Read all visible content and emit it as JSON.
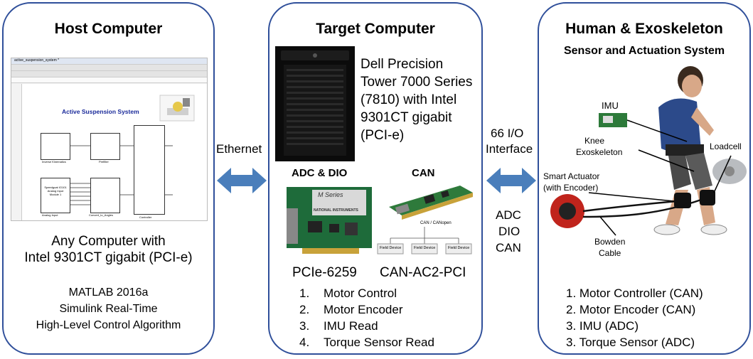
{
  "host": {
    "title": "Host Computer",
    "screenshot": {
      "window_title": "active_suspension_system *",
      "diagram_title": "Active Suspension System",
      "blocks": [
        "Inverse Kinematics",
        "Prefilter",
        "Controller",
        "Analog Input",
        "Convert_to_Angles"
      ],
      "analog_block_text": "Speedgoat IO101 Analog Input Module 1"
    },
    "caption_line1": "Any Computer with",
    "caption_line2": "Intel 9301CT gigabit (PCI-e)",
    "software": [
      "MATLAB 2016a",
      "Simulink Real-Time",
      "High-Level Control Algorithm"
    ]
  },
  "link_left": {
    "label": "Ethernet"
  },
  "target": {
    "title": "Target Computer",
    "pc_description": [
      "Dell Precision",
      "Tower 7000 Series",
      "(7810) with Intel",
      "9301CT gigabit",
      "(PCI-e)"
    ],
    "card1": {
      "heading": "ADC & DIO",
      "name": "PCIe-6259",
      "brand": "M Series",
      "maker": "NATIONAL INSTRUMENTS"
    },
    "card2": {
      "heading": "CAN",
      "name": "CAN-AC2-PCI",
      "bus_label": "CAN / CANopen",
      "devices": [
        "Field Device",
        "Field Device",
        "Field Device"
      ]
    },
    "tasks": [
      {
        "num": "1.",
        "text": "Motor Control"
      },
      {
        "num": "2.",
        "text": "Motor Encoder"
      },
      {
        "num": "3.",
        "text": "IMU Read"
      },
      {
        "num": "4.",
        "text": "Torque Sensor Read"
      }
    ]
  },
  "link_right": {
    "label_line1": "66 I/O",
    "label_line2": "Interface",
    "signals": [
      "ADC",
      "DIO",
      "CAN"
    ]
  },
  "human": {
    "title": "Human & Exoskeleton",
    "subtitle": "Sensor and Actuation System",
    "labels": {
      "imu": "IMU",
      "knee1": "Knee",
      "knee2": "Exoskeleton",
      "loadcell": "Loadcell",
      "actuator1": "Smart Actuator",
      "actuator2": "(with Encoder)",
      "bowden1": "Bowden",
      "bowden2": "Cable"
    },
    "components": [
      "1. Motor Controller (CAN)",
      "2. Motor Encoder (CAN)",
      "3. IMU (ADC)",
      "3. Torque Sensor (ADC)"
    ]
  },
  "colors": {
    "border": "#2f4f9a",
    "arrow": "#4a7ebb"
  }
}
